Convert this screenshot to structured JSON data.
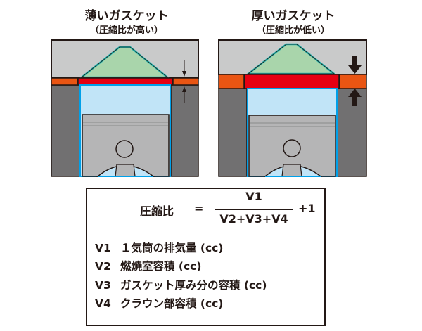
{
  "diagrams": [
    {
      "title": "薄いガスケット",
      "subtitle": "（圧縮比が高い）"
    },
    {
      "title": "厚いガスケット",
      "subtitle": "（圧縮比が低い）"
    }
  ],
  "formula": {
    "lhs": "圧縮比",
    "equals": "=",
    "numerator": "V1",
    "denominator": "V2+V3+V4",
    "suffix": "+1"
  },
  "legend": [
    {
      "key": "V1",
      "desc": "１気筒の排気量 (cc)"
    },
    {
      "key": "V2",
      "desc": "燃焼室容積 (cc)"
    },
    {
      "key": "V3",
      "desc": "ガスケット厚み分の容積 (cc)"
    },
    {
      "key": "V4",
      "desc": "クラウン部容積 (cc)"
    }
  ],
  "colors": {
    "head": "#c9caca",
    "block": "#717071",
    "gasket_outer": "#e95513",
    "gasket_inner": "#e60012",
    "chamber": "#a9d5ab",
    "chamber_edge": "#1fb5b0",
    "cylinder": "#c1e4f7",
    "cylinder_edge": "#00a0e9",
    "piston": "#b5b5b6"
  }
}
